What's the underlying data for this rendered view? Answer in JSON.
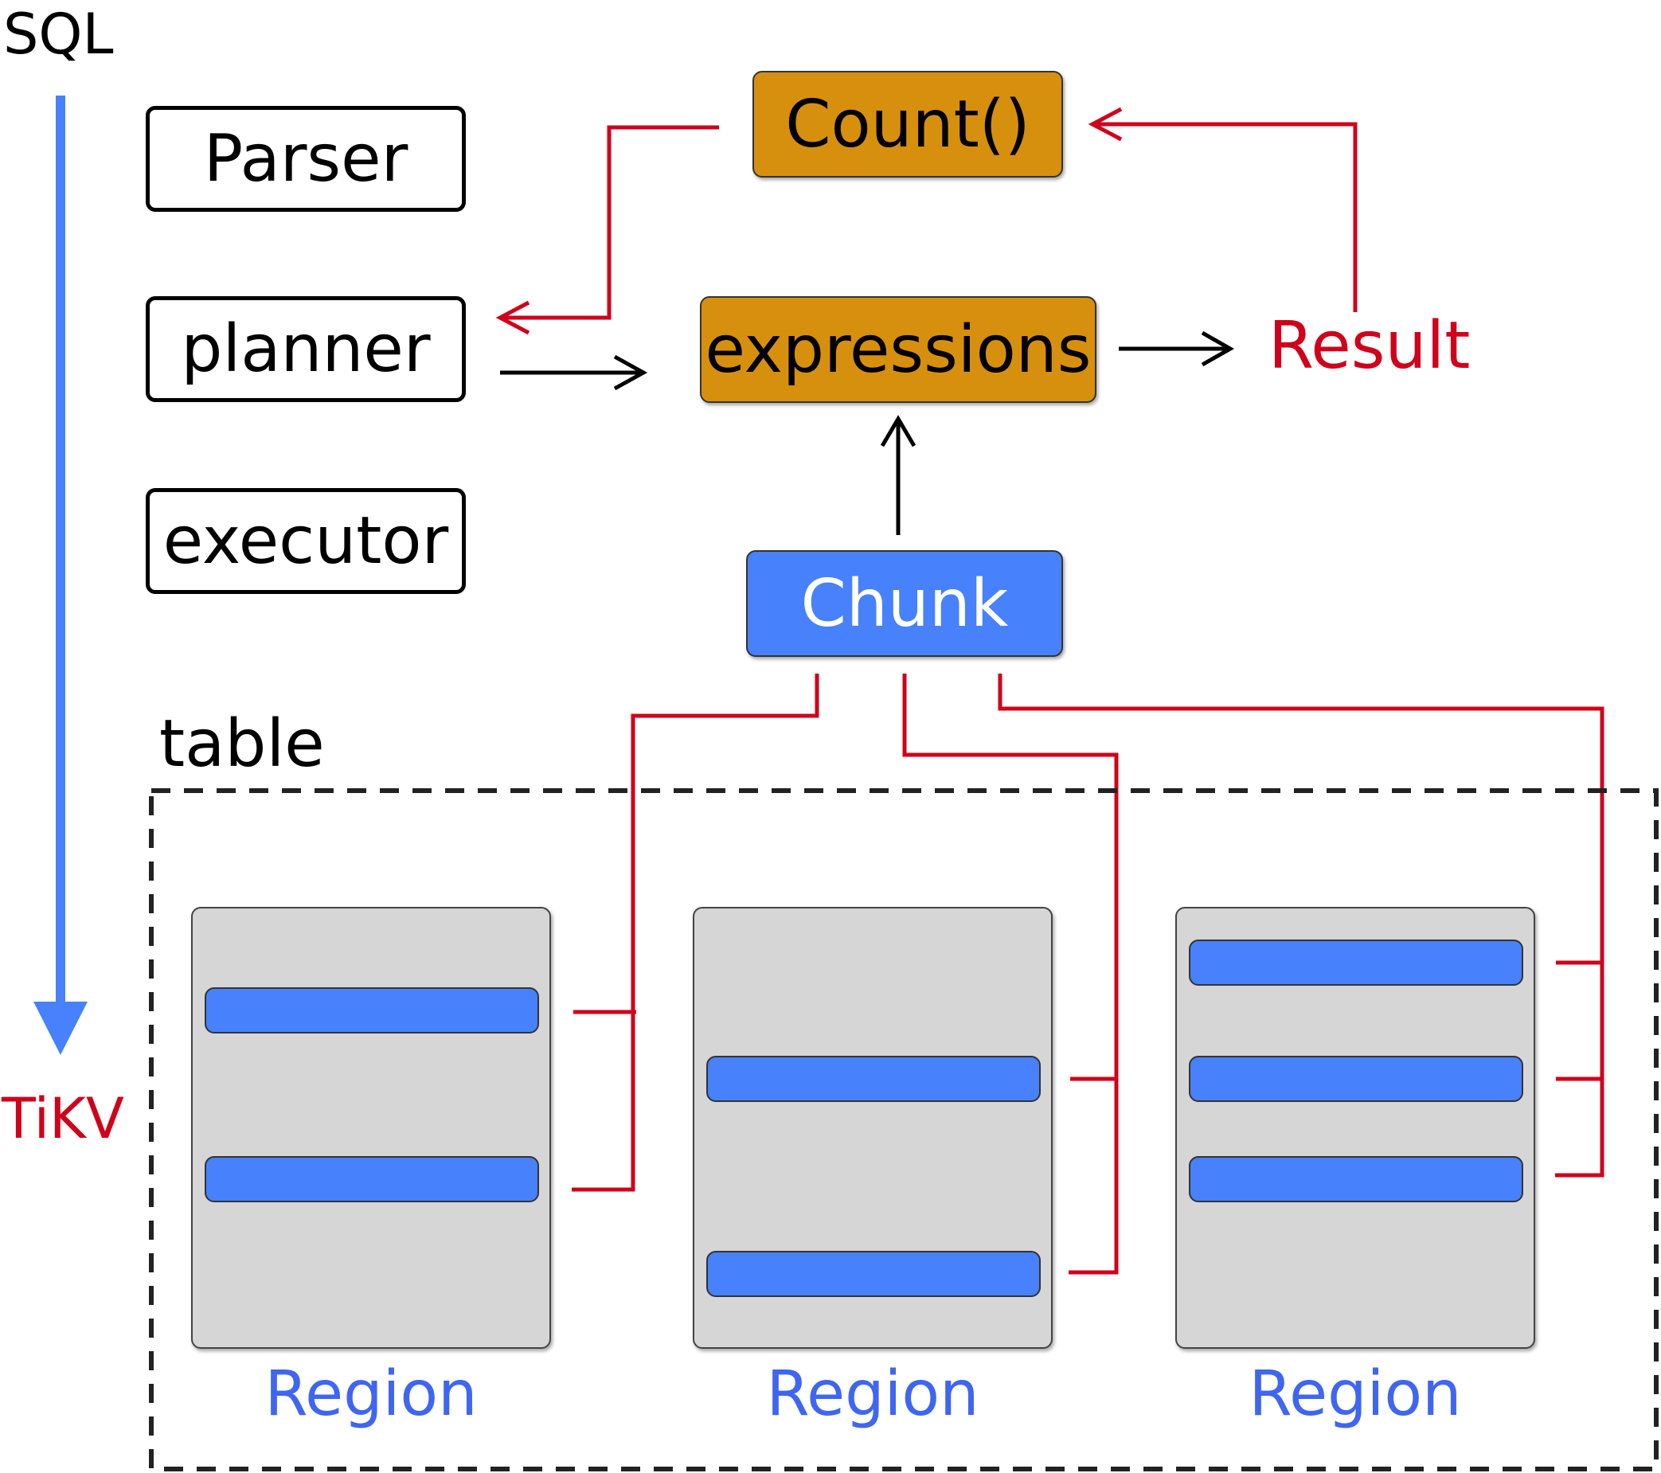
{
  "labels": {
    "sql": "SQL",
    "tikv": "TiKV",
    "table": "table",
    "result": "Result"
  },
  "pipeline": {
    "parser": "Parser",
    "planner": "planner",
    "executor": "executor"
  },
  "nodes": {
    "count": "Count()",
    "expressions": "expressions",
    "chunk": "Chunk"
  },
  "regions": [
    {
      "label": "Region",
      "rows": 2
    },
    {
      "label": "Region",
      "rows": 2
    },
    {
      "label": "Region",
      "rows": 3
    }
  ],
  "colors": {
    "flow_red": "#d0021b",
    "sql_arrow_blue": "#4781fb",
    "orange_node": "#d7900e",
    "chunk_blue": "#4781fb",
    "region_gray": "#d6d6d6",
    "region_label_blue": "#3f66f0"
  }
}
